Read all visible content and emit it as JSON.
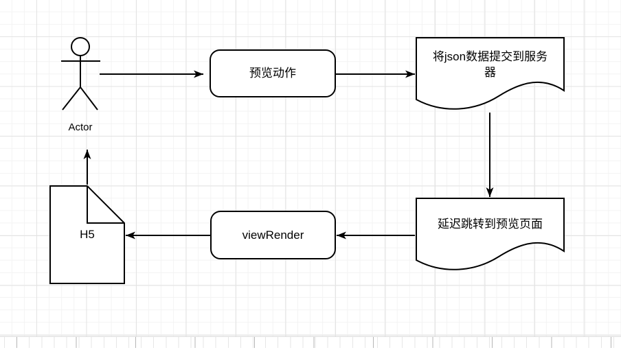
{
  "diagram": {
    "kind": "flowchart",
    "nodes": {
      "actor": {
        "label": "Actor",
        "shape": "stick-figure"
      },
      "preview_action": {
        "label": "预览动作",
        "shape": "rounded-rectangle"
      },
      "submit_json": {
        "label": "将json数据提交到服务器",
        "shape": "document"
      },
      "delay_redirect": {
        "label": "延迟跳转到预览页面",
        "shape": "document"
      },
      "view_render": {
        "label": "viewRender",
        "shape": "rounded-rectangle"
      },
      "h5": {
        "label": "H5",
        "shape": "note-folded-corner"
      }
    },
    "edges": [
      {
        "from": "actor",
        "to": "preview_action",
        "direction": "right"
      },
      {
        "from": "preview_action",
        "to": "submit_json",
        "direction": "right"
      },
      {
        "from": "submit_json",
        "to": "delay_redirect",
        "direction": "down"
      },
      {
        "from": "delay_redirect",
        "to": "view_render",
        "direction": "left"
      },
      {
        "from": "view_render",
        "to": "h5",
        "direction": "left"
      },
      {
        "from": "h5",
        "to": "actor",
        "direction": "up"
      }
    ]
  },
  "style": {
    "shape_stroke": "#000000",
    "shape_fill": "#ffffff",
    "grid_minor_color": "#f3f3f3",
    "grid_major_color": "#e3e3e3"
  }
}
